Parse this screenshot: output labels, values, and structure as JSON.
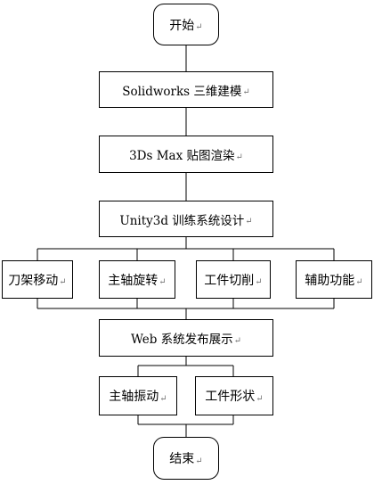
{
  "paragraph_mark": "↵",
  "flowchart": {
    "start": "开始",
    "step1": "Solidworks 三维建模",
    "step2": "3Ds Max 贴图渲染",
    "step3": "Unity3d 训练系统设计",
    "modules": [
      "刀架移动",
      "主轴旋转",
      "工件切削",
      "辅助功能"
    ],
    "step4": "Web 系统发布展示",
    "displays": [
      "主轴振动",
      "工件形状"
    ],
    "end": "结束"
  }
}
